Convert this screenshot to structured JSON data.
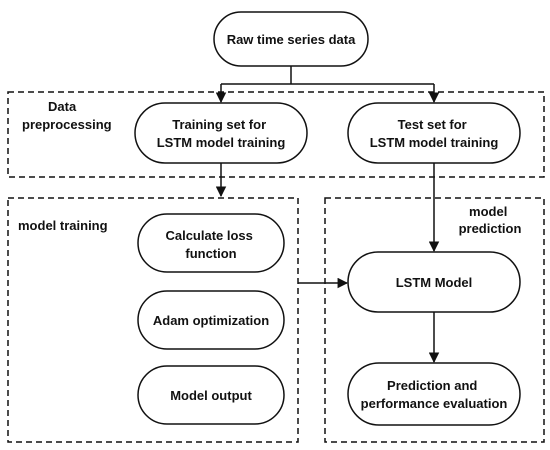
{
  "colors": {
    "stroke": "#111111",
    "text": "#111111",
    "background": "#ffffff"
  },
  "nodes": {
    "raw": [
      "Raw time series data"
    ],
    "train_set": [
      "Training set for",
      "LSTM model training"
    ],
    "test_set": [
      "Test set for",
      "LSTM model training"
    ],
    "loss": [
      "Calculate loss",
      "function"
    ],
    "adam": [
      "Adam optimization"
    ],
    "output": [
      "Model output"
    ],
    "lstm": [
      "LSTM Model"
    ],
    "eval": [
      "Prediction and",
      "performance evaluation"
    ]
  },
  "regions": {
    "preprocessing": [
      "Data",
      "preprocessing"
    ],
    "training": [
      "model training"
    ],
    "prediction": [
      "model",
      "prediction"
    ]
  }
}
